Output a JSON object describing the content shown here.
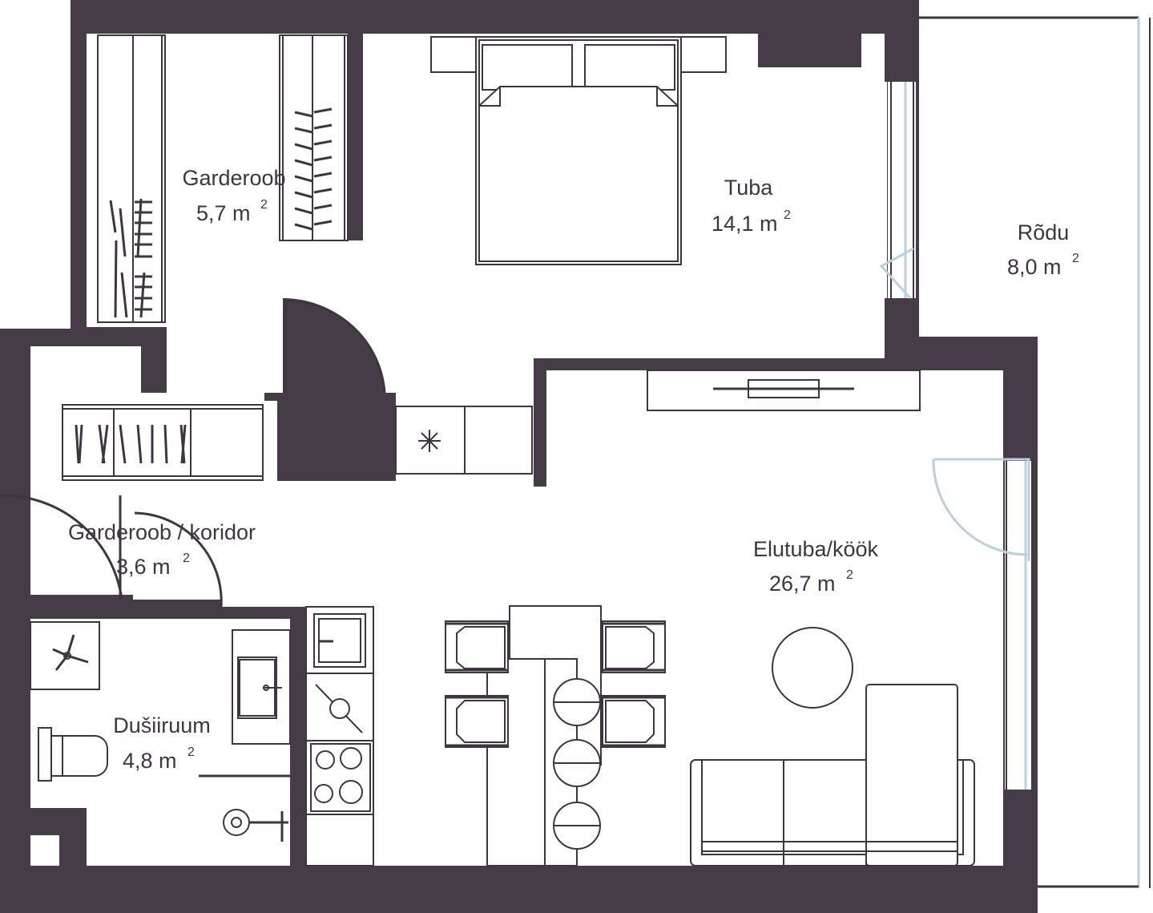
{
  "rooms": {
    "closet_bedroom": {
      "name": "Garderoob",
      "area": "5,7  m",
      "unit_sup": "2"
    },
    "bedroom": {
      "name": "Tuba",
      "area": "14,1  m",
      "unit_sup": "2"
    },
    "balcony": {
      "name": "Rõdu",
      "area": "8,0  m",
      "unit_sup": "2"
    },
    "hallway": {
      "name": "Garderoob / koridor",
      "area": "3,6  m",
      "unit_sup": "2"
    },
    "living_kitchen": {
      "name": "Elutuba/köök",
      "area": "26,7  m",
      "unit_sup": "2"
    },
    "shower_room": {
      "name": "Dušiiruum",
      "area": "4,8  m",
      "unit_sup": "2"
    }
  },
  "colors": {
    "wall": "#453c47",
    "line": "#3e3540",
    "glass": "#b9d0de",
    "floor": "#ffffff"
  }
}
